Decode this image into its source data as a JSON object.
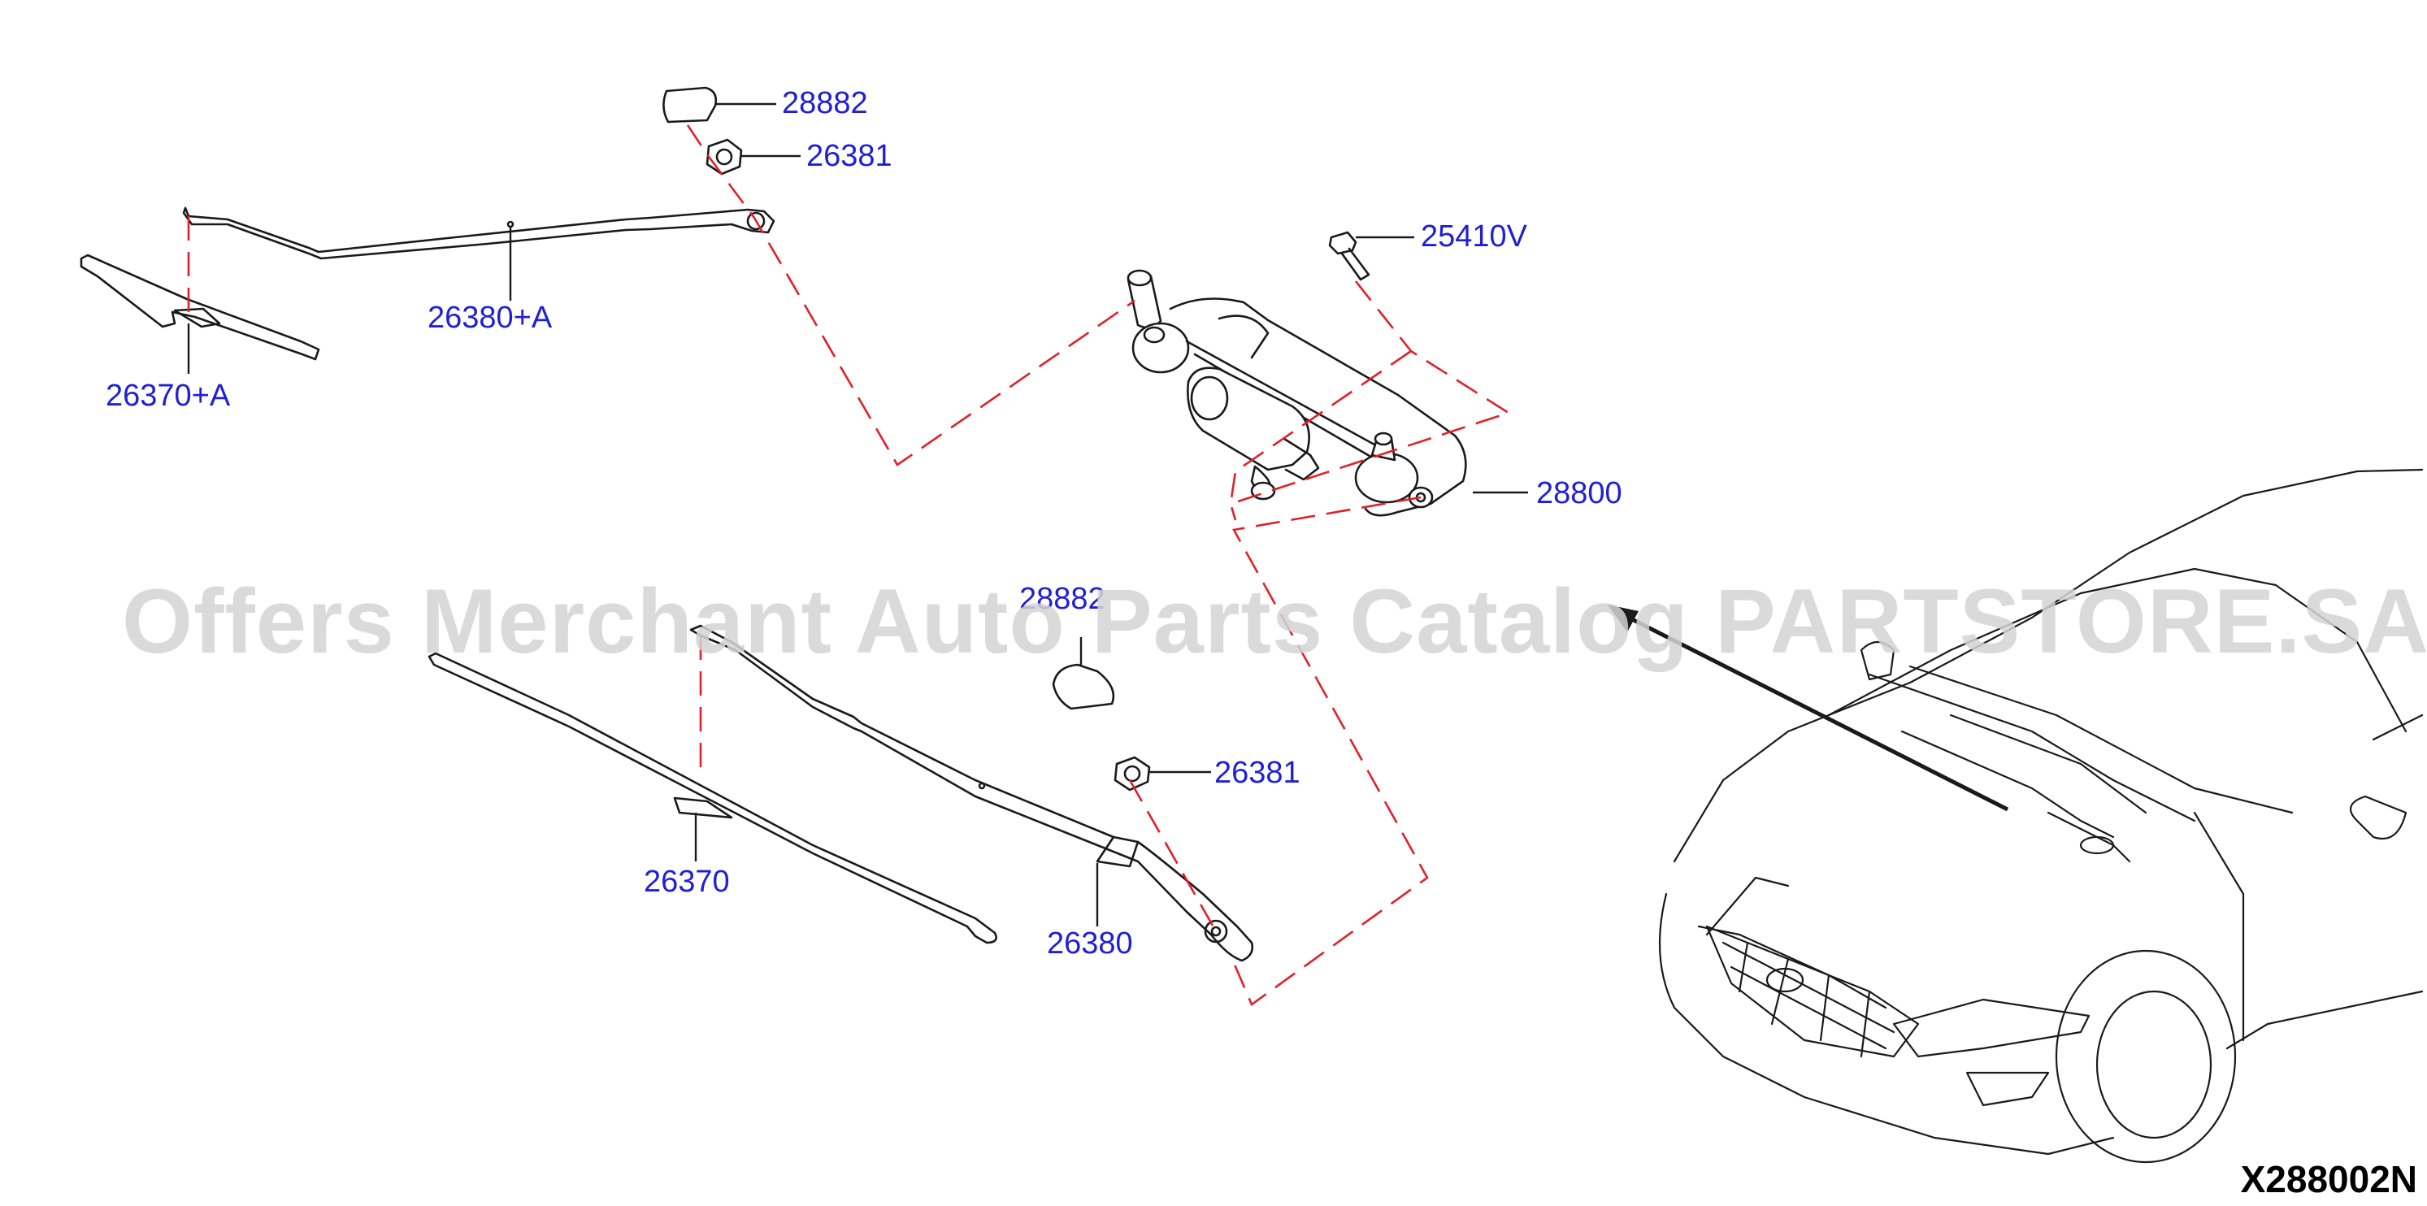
{
  "watermark": "Offers Merchant Auto Parts Catalog PARTSTORE.SA",
  "diagram_code": "X288002N",
  "callouts": {
    "cap_upper": "28882",
    "nut_upper": "26381",
    "arm_upper": "26380+A",
    "blade_upper": "26370+A",
    "bolt": "25410V",
    "linkage_motor": "28800",
    "cap_lower": "28882",
    "nut_lower": "26381",
    "blade_lower": "26370",
    "arm_lower": "26380"
  },
  "colors": {
    "callout_text": "#1f1fd6",
    "dashed_lines": "#e0202a",
    "linework": "#1a1a1a",
    "watermark": "#d4d4d4"
  }
}
